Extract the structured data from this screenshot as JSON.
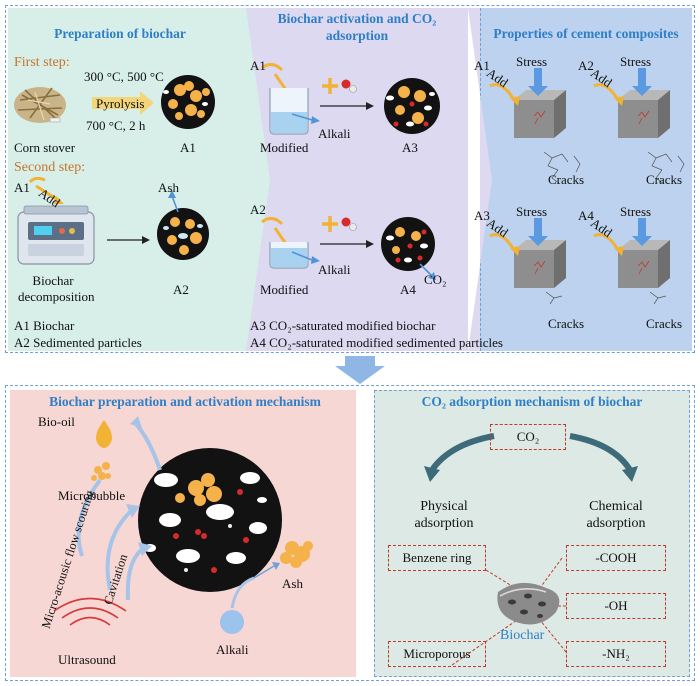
{
  "top": {
    "prep": {
      "title": "Preparation of biochar",
      "first_step": "First step:",
      "temps": "300 °C, 500 °C",
      "pyrolysis": "Pyrolysis",
      "temp2": "700 °C, 2 h",
      "corn_stover": "Corn stover",
      "a1_label": "A1",
      "second_step": "Second step:",
      "a1_tag": "A1",
      "add": "Add",
      "ash": "Ash",
      "biochar_decomp": "Biochar decomposition",
      "a2_label": "A2",
      "legend_a1": "A1 Biochar",
      "legend_a2": "A2 Sedimented particles"
    },
    "activation": {
      "title": "Biochar activation and CO₂ adsorption",
      "a1_tag": "A1",
      "a2_tag": "A2",
      "alkali1": "Alkali",
      "alkali2": "Alkali",
      "modified1": "Modified",
      "modified2": "Modified",
      "a3_label": "A3",
      "a4_label": "A4",
      "co2": "CO₂",
      "legend_a3": "A3 CO₂-saturated modified biochar",
      "legend_a4": "A4 CO₂-saturated modified sedimented particles"
    },
    "properties": {
      "title": "Properties of cement composites",
      "cells": [
        {
          "tag": "A1",
          "stress": "Stress",
          "add": "Add",
          "cracks": "Cracks"
        },
        {
          "tag": "A2",
          "stress": "Stress",
          "add": "Add",
          "cracks": "Cracks"
        },
        {
          "tag": "A3",
          "stress": "Stress",
          "add": "Add",
          "cracks": "Cracks"
        },
        {
          "tag": "A4",
          "stress": "Stress",
          "add": "Add",
          "cracks": "Cracks"
        }
      ]
    }
  },
  "bottom": {
    "mechanism": {
      "title": "Biochar preparation and activation mechanism",
      "bio_oil": "Bio-oil",
      "microbubble": "Microbubble",
      "flow": "Micro-acousic flow scouring",
      "cavitation": "Cavitation",
      "ultrasound": "Ultrasound",
      "alkali": "Alkali",
      "ash": "Ash"
    },
    "adsorption": {
      "title": "CO₂ adsorption mechanism of biochar",
      "co2": "CO₂",
      "physical": "Physical adsorption",
      "chemical": "Chemical adsorption",
      "benzene": "Benzene ring",
      "microporous": "Microporous",
      "cooh": "-COOH",
      "oh": "-OH",
      "nh2": "-NH₂",
      "biochar": "Biochar"
    }
  },
  "colors": {
    "prep_bg": "#d7efe8",
    "activation_bg": "#dcd9f0",
    "properties_bg": "#bcd2ee",
    "mechanism_bg": "#f7d7d3",
    "adsorption_bg": "#dde9e5",
    "title_blue": "#2f7fc8",
    "step_orange": "#c8742a",
    "char_black": "#121212",
    "particle_orange": "#f5b24a"
  }
}
